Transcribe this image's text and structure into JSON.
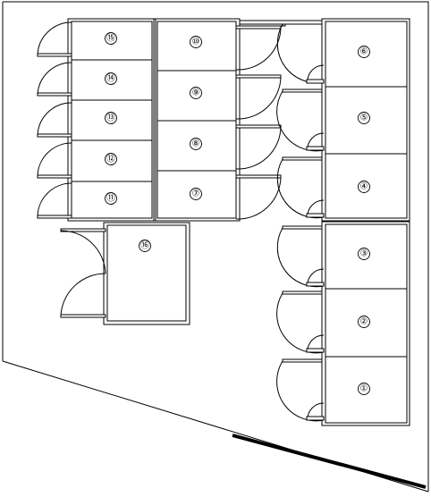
{
  "plan": {
    "booths": [
      {
        "id": "15",
        "label": "⑮"
      },
      {
        "id": "14",
        "label": "⑭"
      },
      {
        "id": "13",
        "label": "⑬"
      },
      {
        "id": "12",
        "label": "⑫"
      },
      {
        "id": "11",
        "label": "⑪"
      },
      {
        "id": "10",
        "label": "⑩"
      },
      {
        "id": "9",
        "label": "⑨"
      },
      {
        "id": "8",
        "label": "⑧"
      },
      {
        "id": "7",
        "label": "⑦"
      },
      {
        "id": "6",
        "label": "⑥"
      },
      {
        "id": "5",
        "label": "⑤"
      },
      {
        "id": "4",
        "label": "④"
      },
      {
        "id": "3",
        "label": "③"
      },
      {
        "id": "2",
        "label": "②"
      },
      {
        "id": "1",
        "label": "①"
      },
      {
        "id": "16",
        "label": "⑯"
      }
    ]
  }
}
